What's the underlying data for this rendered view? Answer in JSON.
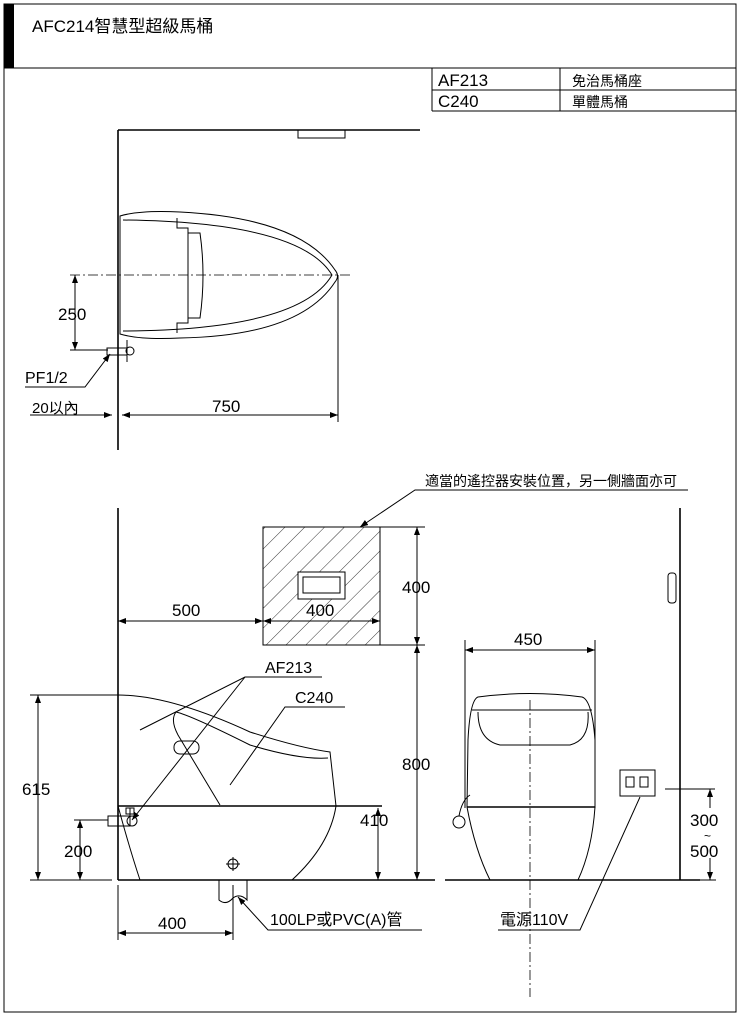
{
  "title": "AFC214智慧型超級馬桶",
  "parts_table": [
    {
      "model": "AF213",
      "description": "免治馬桶座"
    },
    {
      "model": "C240",
      "description": "單體馬桶"
    }
  ],
  "top_view": {
    "dim_offset": "250",
    "pipe_label": "PF1/2",
    "wall_gap": "20以內",
    "dim_length": "750"
  },
  "front_view": {
    "remote_note": "適當的遙控器安裝位置，另一側牆面亦可",
    "dim_remote_height": "400",
    "dim_remote_offset": "500",
    "dim_remote_width": "400",
    "dim_floor_to_remote": "800",
    "label_seat": "AF213",
    "label_bowl": "C240",
    "dim_total_height": "615",
    "dim_inlet_height": "200",
    "dim_bowl_height": "410",
    "dim_drain_offset": "400",
    "drain_label": "100LP或PVC(A)管"
  },
  "rear_view": {
    "dim_width": "450",
    "dim_outlet_min": "300",
    "dim_range_sep": "~",
    "dim_outlet_max": "500",
    "power_label": "電源110V"
  }
}
